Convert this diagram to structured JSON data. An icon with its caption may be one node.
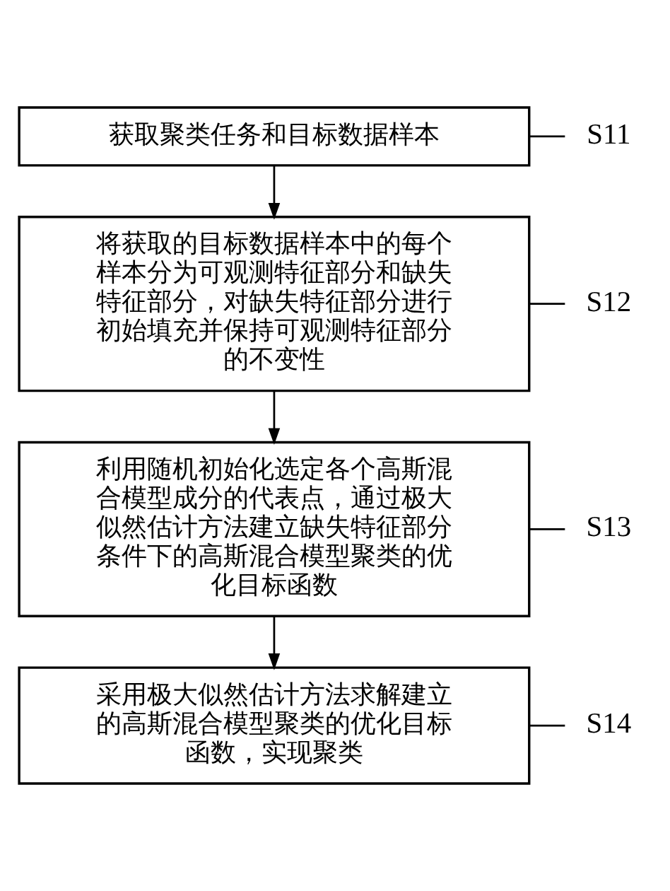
{
  "diagram": {
    "nodes": [
      {
        "text": [
          "获取聚类任务和目标数据样本"
        ]
      },
      {
        "text": [
          "将获取的目标数据样本中的每个样本分为可观测特征部分和缺失特征部分，对缺失特征部分进行初始填充并保持可观测特征部分的不变性"
        ]
      },
      {
        "text": [
          "利用随机初始化选定各个高斯混合模型成分的代表点，通过极大似然估计方法建立缺失特征部分条件下的高斯混合模型聚类的优化目标函数"
        ]
      },
      {
        "text": [
          "采用极大似然估计方法求解建立的高斯混合模型聚类的优化目标函数，实现聚类"
        ]
      },
      {
        "text": [
          "S11"
        ]
      },
      {
        "text": [
          "S12"
        ]
      },
      {
        "text": [
          "S13"
        ]
      },
      {
        "text": [
          "S14"
        ]
      }
    ],
    "edges": [
      {
        "from": 0,
        "to": 1,
        "arrow": "to"
      },
      {
        "from": 1,
        "to": 2,
        "arrow": "to"
      },
      {
        "from": 2,
        "to": 3,
        "arrow": "to"
      },
      {
        "from": 0,
        "to": 4,
        "arrow": "none"
      },
      {
        "from": 1,
        "to": 5,
        "arrow": "none"
      },
      {
        "from": 2,
        "to": 6,
        "arrow": "none"
      },
      {
        "from": 3,
        "to": 7,
        "arrow": "none"
      }
    ]
  }
}
